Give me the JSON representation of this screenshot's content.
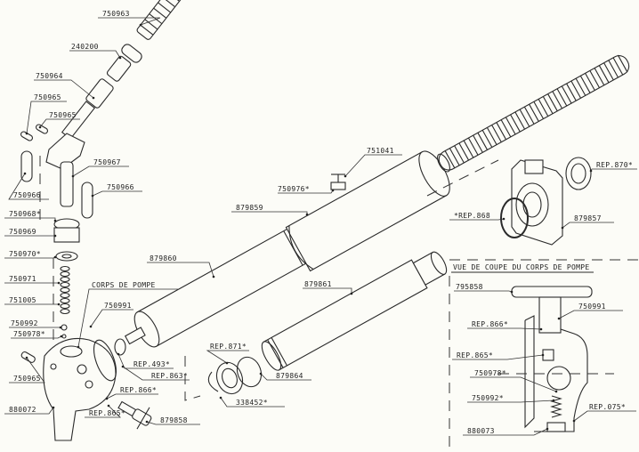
{
  "diagram": {
    "inset_title": "VUE DE COUPE DU CORPS DE POMPE",
    "labels": [
      "750963",
      "240200",
      "750964",
      "750965",
      "750965",
      "750967",
      "750966",
      "750966",
      "750968*",
      "750969",
      "750970*",
      "750971",
      "751005",
      "750992",
      "750978*",
      "750965",
      "880072",
      "CORPS DE POMPE",
      "750991",
      "879860",
      "REP.493*",
      "REP.863*",
      "REP.866*",
      "REP.865*",
      "879858",
      "REP.871*",
      "879864",
      "338452*",
      "879861",
      "879859",
      "750976*",
      "751041",
      "REP.870*",
      "*REP.868",
      "879857",
      "795858",
      "750991",
      "REP.866*",
      "REP.865*",
      "750978*",
      "750992*",
      "REP.075*",
      "880073"
    ]
  }
}
